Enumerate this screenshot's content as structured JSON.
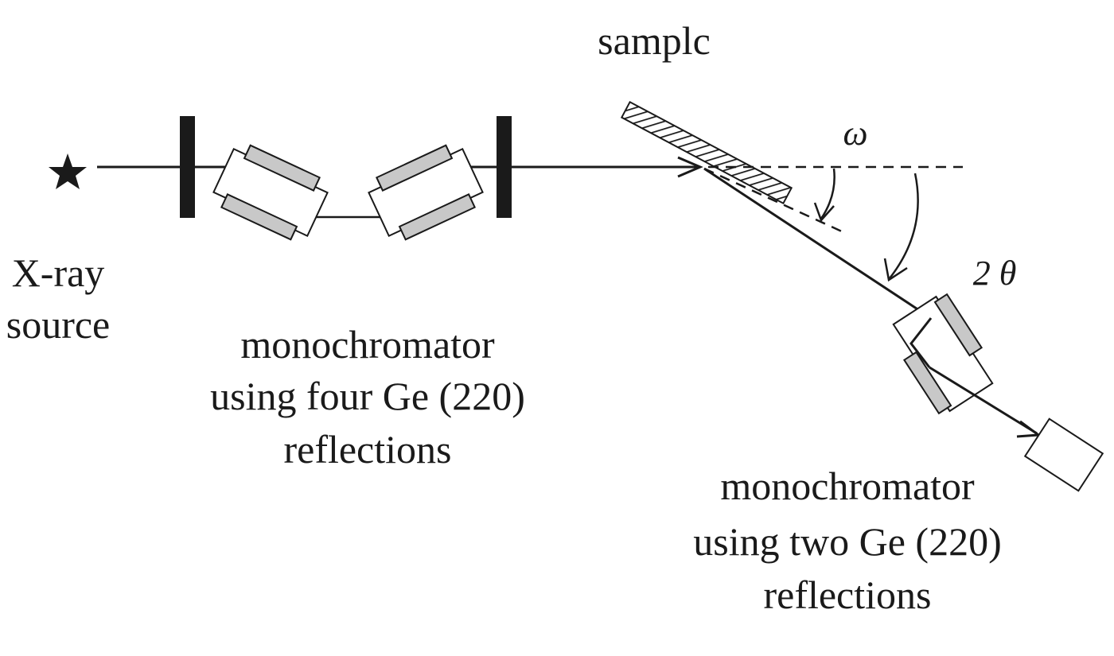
{
  "labels": {
    "xray_source_line1": "X-ray",
    "xray_source_line2": "source",
    "sample": "samplc",
    "omega": "ω",
    "two_theta": "2 θ",
    "mono4_line1": "monochromator",
    "mono4_line2": "using four Ge (220)",
    "mono4_line3": "reflections",
    "mono2_line1": "monochromator",
    "mono2_line2": "using two Ge (220)",
    "mono2_line3": "reflections"
  },
  "icons": {
    "source": "star-icon"
  },
  "colors": {
    "ink": "#1a1a1a",
    "crystal_fill": "#c8c8c8",
    "background": "#ffffff"
  }
}
